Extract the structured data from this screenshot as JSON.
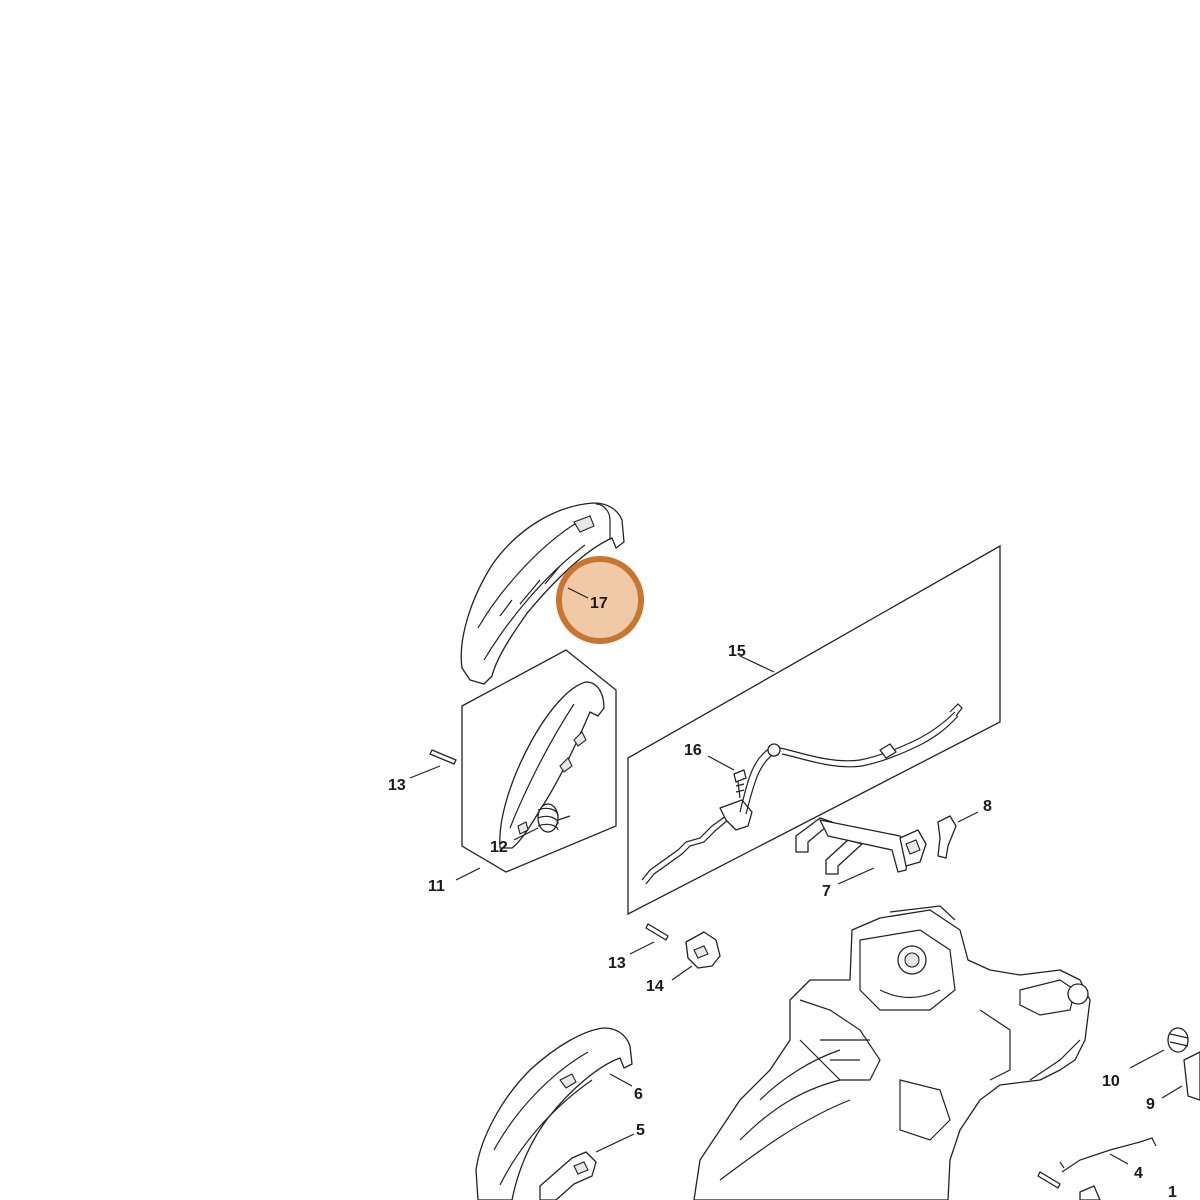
{
  "highlight": {
    "label": "17",
    "fill": "#f0c9a6",
    "stroke": "#c8762f"
  },
  "callouts": {
    "c17": "17",
    "c15": "15",
    "c16": "16",
    "c13a": "13",
    "c12": "12",
    "c11": "11",
    "c8": "8",
    "c7": "7",
    "c13b": "13",
    "c14": "14",
    "c6": "6",
    "c5": "5",
    "c10": "10",
    "c9": "9",
    "c4": "4",
    "c1": "1"
  }
}
